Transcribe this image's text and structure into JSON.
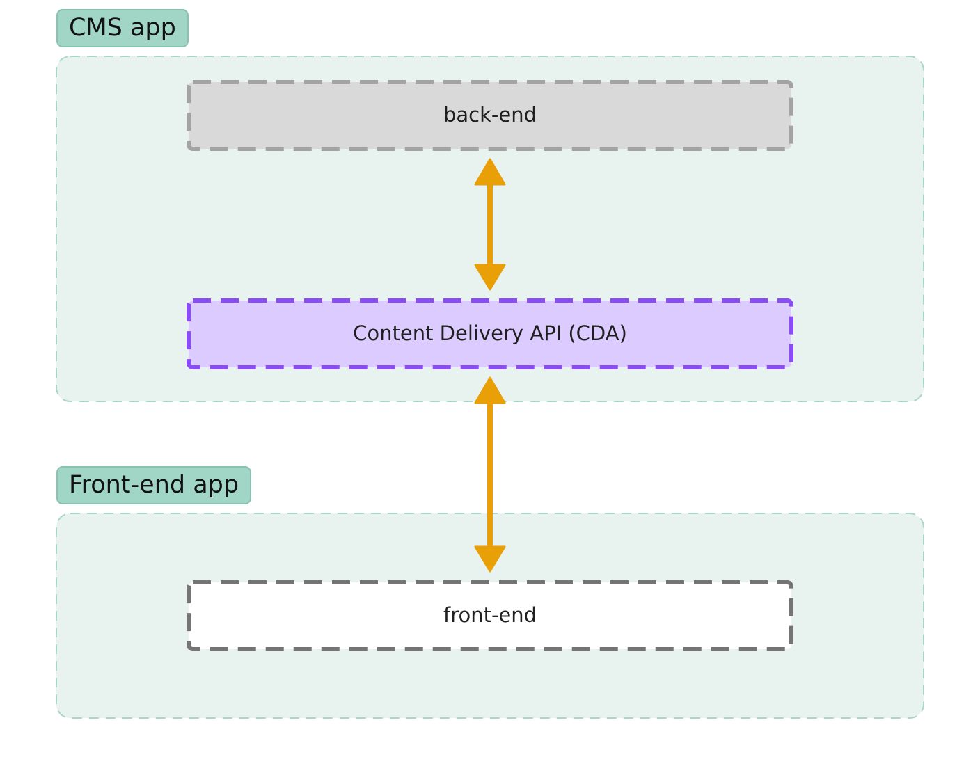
{
  "groups": {
    "cms": {
      "label": "CMS app"
    },
    "frontend": {
      "label": "Front-end app"
    }
  },
  "nodes": {
    "backend": {
      "label": "back-end"
    },
    "cda": {
      "label": "Content Delivery API (CDA)"
    },
    "frontend": {
      "label": "front-end"
    }
  },
  "colors": {
    "group_bg": "#e8f2ef",
    "group_border": "#a9d6c7",
    "label_bg": "#a1d6c6",
    "backend_fill": "#d9d9d9",
    "backend_stroke": "#a3a3a3",
    "cda_fill": "#dccbff",
    "cda_stroke": "#8b4cf7",
    "frontend_fill": "#ffffff",
    "frontend_stroke": "#757575",
    "arrow": "#e9a006"
  }
}
